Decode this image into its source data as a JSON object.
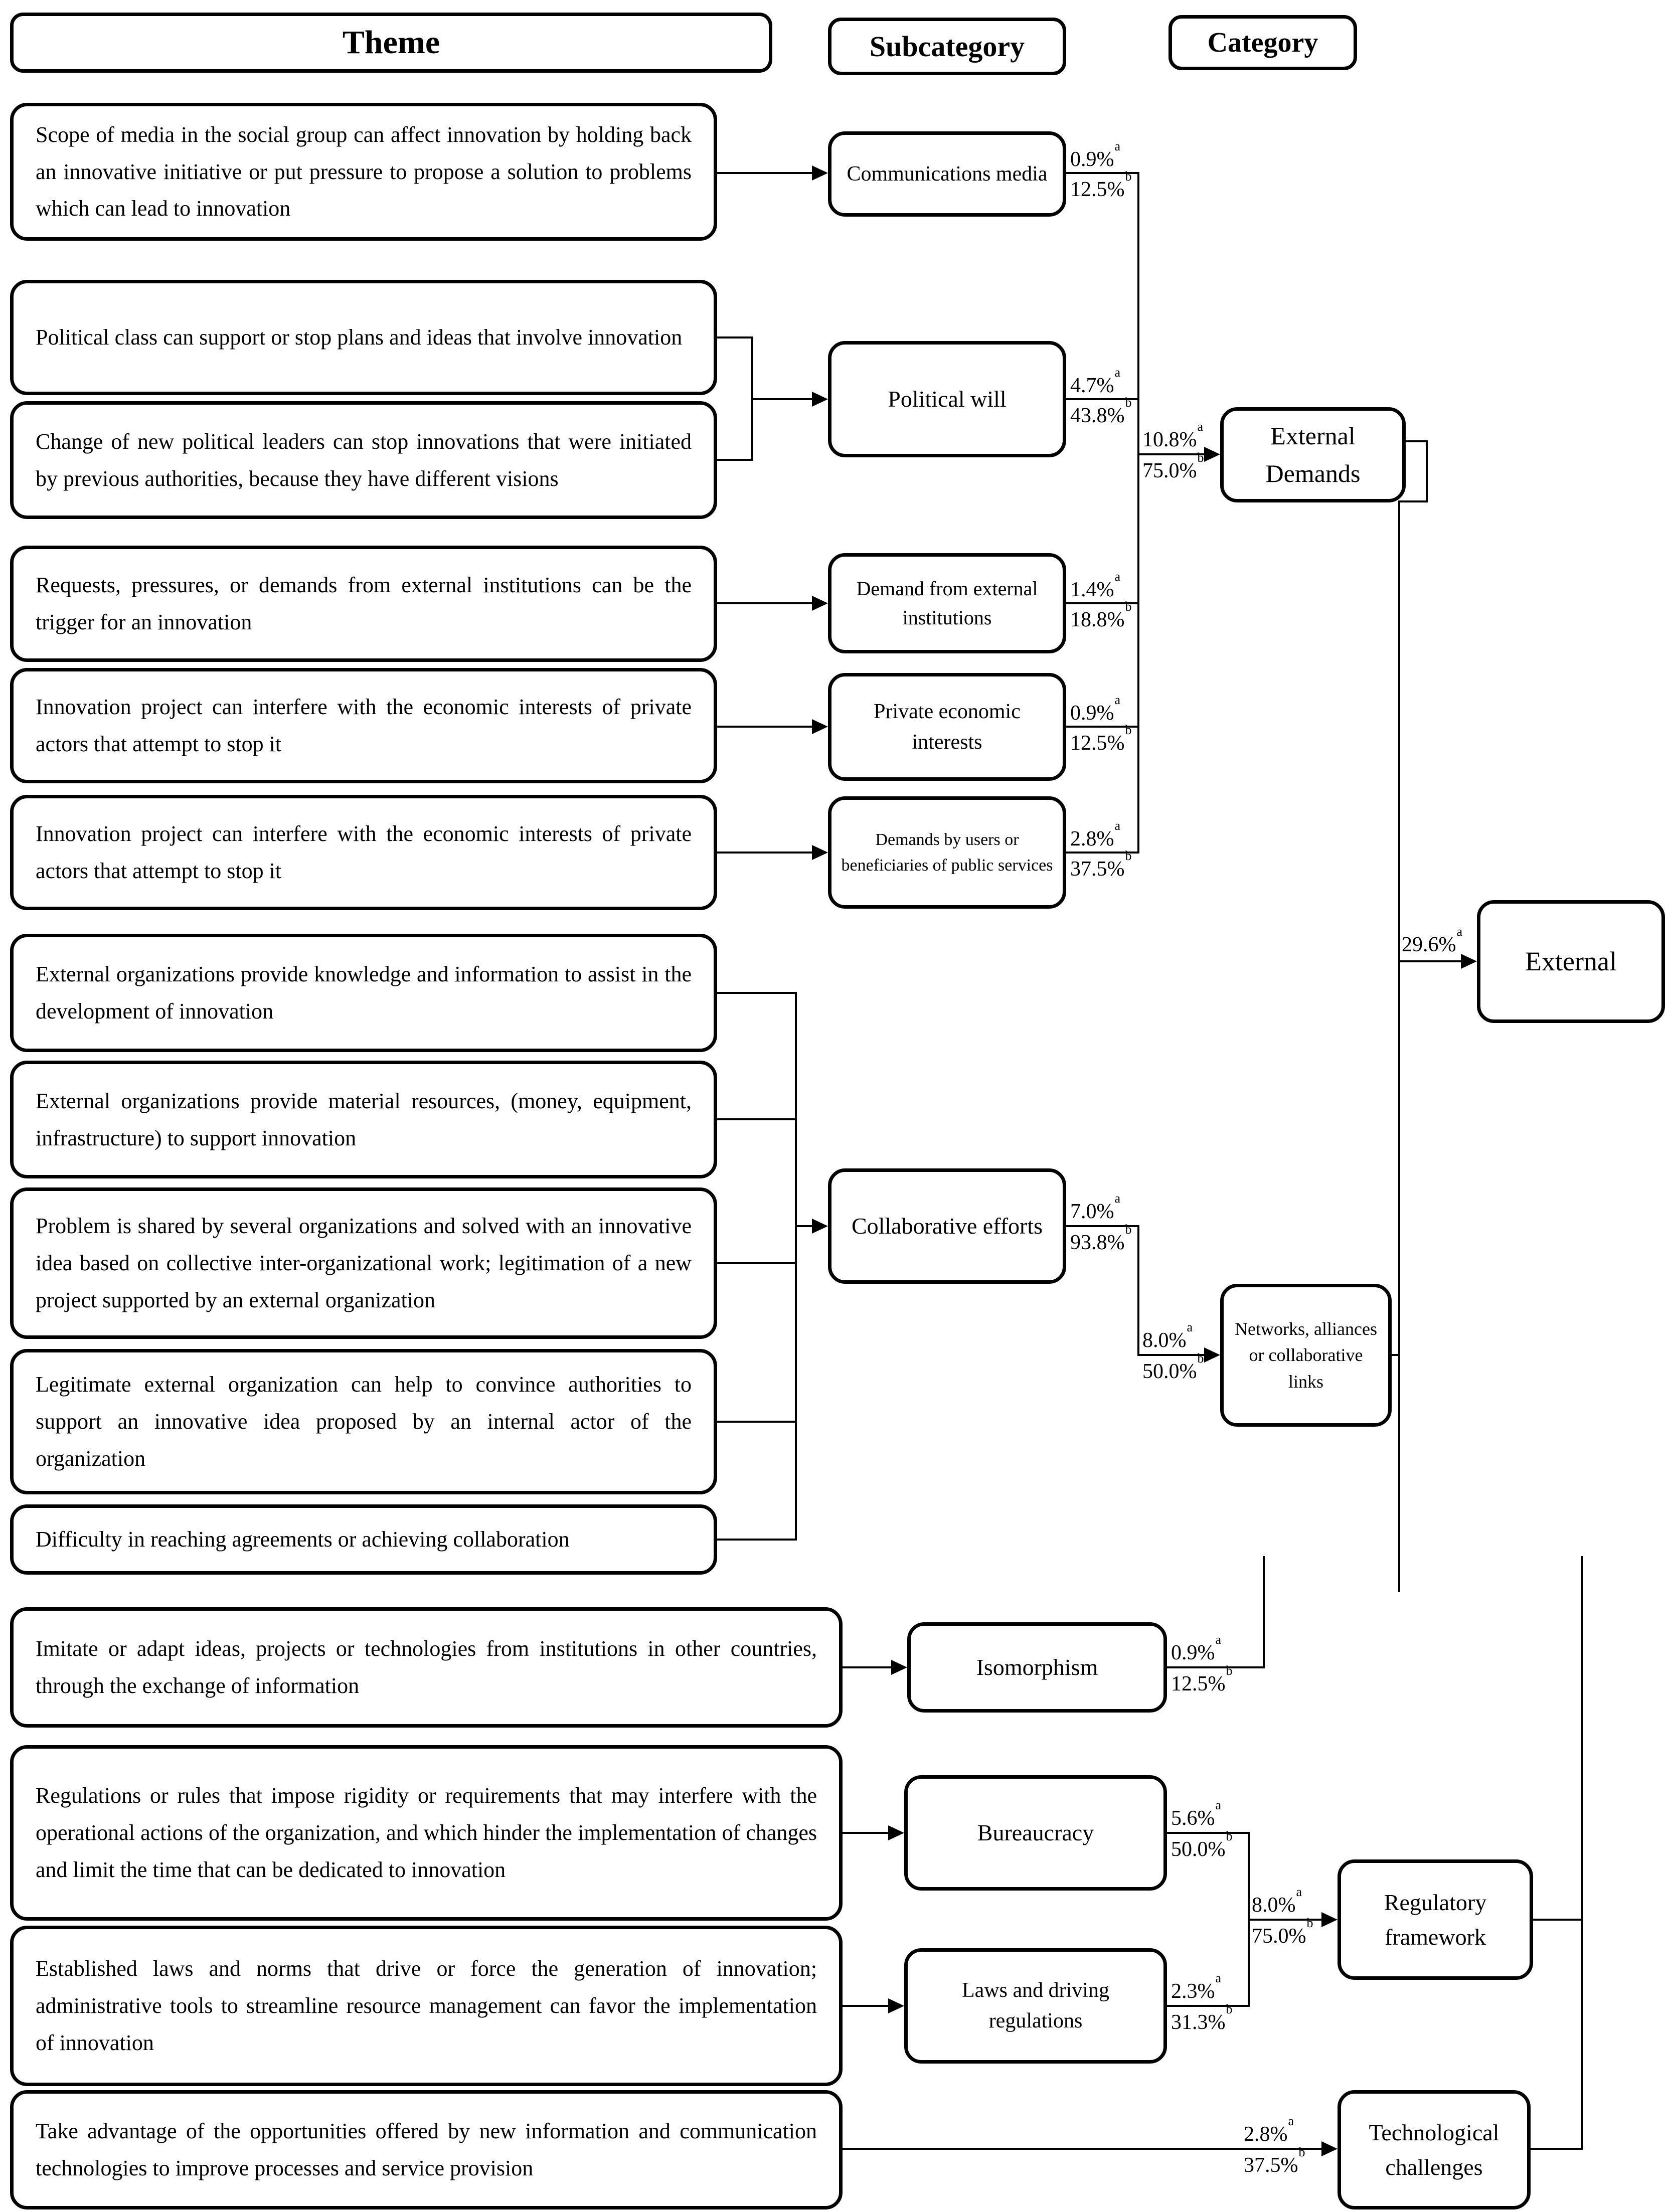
{
  "headers": {
    "theme": "Theme",
    "subcategory": "Subcategory",
    "category": "Category"
  },
  "notation": {
    "sup_a": "a",
    "sup_b": "b"
  },
  "themes": [
    {
      "text": "Scope of media in the social group can affect innovation by holding back an innovative initiative or put pressure to propose a solution to problems which can lead to innovation"
    },
    {
      "text": "Political class can support or stop plans and ideas that involve innovation"
    },
    {
      "text": "Change of new political leaders can stop innovations that were initiated by previous authorities, because they have different visions"
    },
    {
      "text": "Requests, pressures, or demands from external institutions can be the trigger for an innovation"
    },
    {
      "text": "Innovation project can interfere with the economic interests of private actors that attempt to stop it"
    },
    {
      "text": "Innovation project can interfere with the economic interests of private actors that attempt to stop it"
    },
    {
      "text": "External organizations provide knowledge and information to assist in the development of innovation"
    },
    {
      "text": "External organizations provide material resources, (money, equipment, infrastructure) to support innovation"
    },
    {
      "text": "Problem is shared by several organizations and solved with an innovative idea based on collective inter-organizational work; legitimation of a new project supported by an external organization"
    },
    {
      "text": "Legitimate external organization can help to convince authorities to support an innovative idea proposed by an internal actor of the organization"
    },
    {
      "text": "Difficulty in reaching agreements or achieving collaboration"
    },
    {
      "text": "Imitate or adapt ideas, projects or technologies from institutions in other countries, through the exchange of information"
    },
    {
      "text": "Regulations or rules that impose rigidity or requirements that may interfere with the operational actions of the organization, and which hinder the implementation of changes and limit the time that can be dedicated to innovation"
    },
    {
      "text": "Established laws and norms that drive or force the generation of innovation; administrative tools to streamline resource management can favor the implementation of innovation"
    },
    {
      "text": "Take advantage of the opportunities offered by new information and communication technologies to improve processes and service provision"
    }
  ],
  "subcategories": [
    {
      "label": "Communications media",
      "a": "0.9%",
      "b": "12.5%"
    },
    {
      "label": "Political will",
      "a": "4.7%",
      "b": "43.8%"
    },
    {
      "label": "Demand from external institutions",
      "a": "1.4%",
      "b": "18.8%"
    },
    {
      "label": "Private economic interests",
      "a": "0.9%",
      "b": "12.5%"
    },
    {
      "label": "Demands by users or beneficiaries of public services",
      "a": "2.8%",
      "b": "37.5%"
    },
    {
      "label": "Collaborative efforts",
      "a": "7.0%",
      "b": "93.8%"
    },
    {
      "label": "Isomorphism",
      "a": "0.9%",
      "b": "12.5%"
    },
    {
      "label": "Bureaucracy",
      "a": "5.6%",
      "b": "50.0%"
    },
    {
      "label": "Laws and driving regulations",
      "a": "2.3%",
      "b": "31.3%"
    }
  ],
  "categories": [
    {
      "label": "External Demands",
      "a": "10.8%",
      "b": "75.0%"
    },
    {
      "label": "Networks, alliances or collaborative links",
      "a": "8.0%",
      "b": "50.0%"
    },
    {
      "label": "External",
      "a": "29.6%"
    },
    {
      "label": "Regulatory framework",
      "a": "8.0%",
      "b": "75.0%"
    },
    {
      "label": "Technological challenges",
      "a": "2.8%",
      "b": "37.5%"
    }
  ]
}
